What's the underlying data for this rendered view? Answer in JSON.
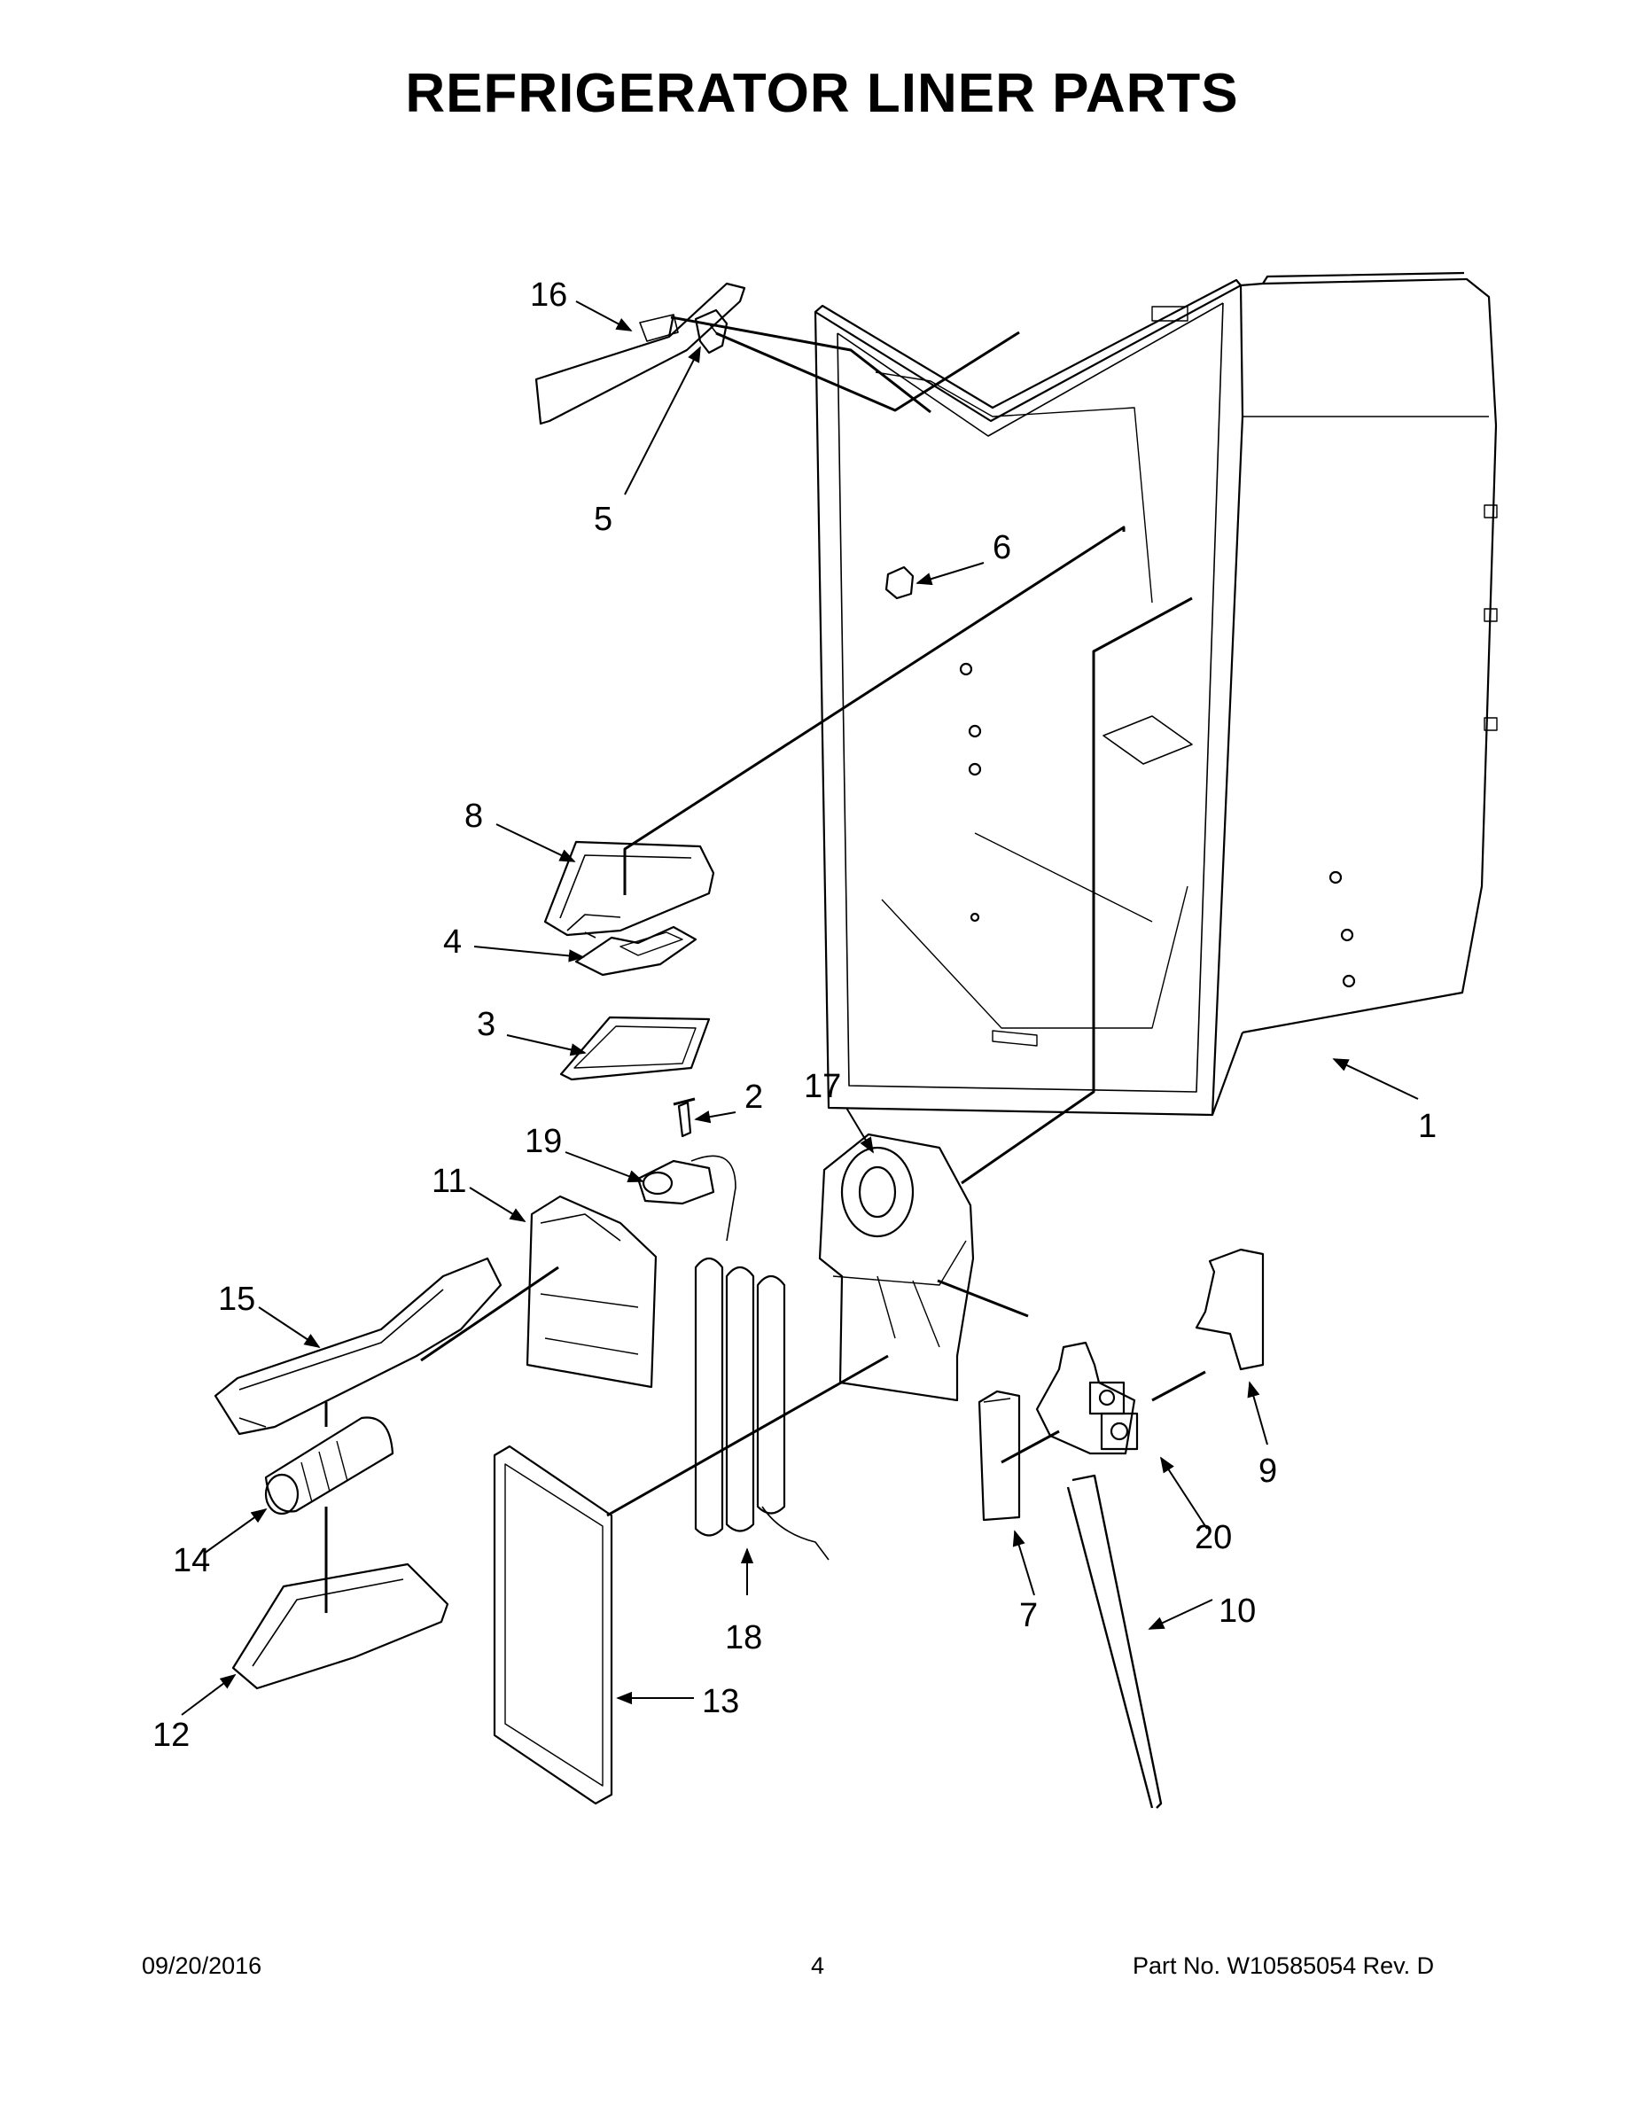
{
  "title": "REFRIGERATOR LINER PARTS",
  "footer": {
    "date": "09/20/2016",
    "page": "4",
    "part_number": "Part No.  W10585054  Rev.  D"
  },
  "callouts": {
    "c1": "1",
    "c2": "2",
    "c3": "3",
    "c4": "4",
    "c5": "5",
    "c6": "6",
    "c7": "7",
    "c8": "8",
    "c9": "9",
    "c10": "10",
    "c11": "11",
    "c12": "12",
    "c13": "13",
    "c14": "14",
    "c15": "15",
    "c16": "16",
    "c17": "17",
    "c18": "18",
    "c19": "19",
    "c20": "20"
  }
}
